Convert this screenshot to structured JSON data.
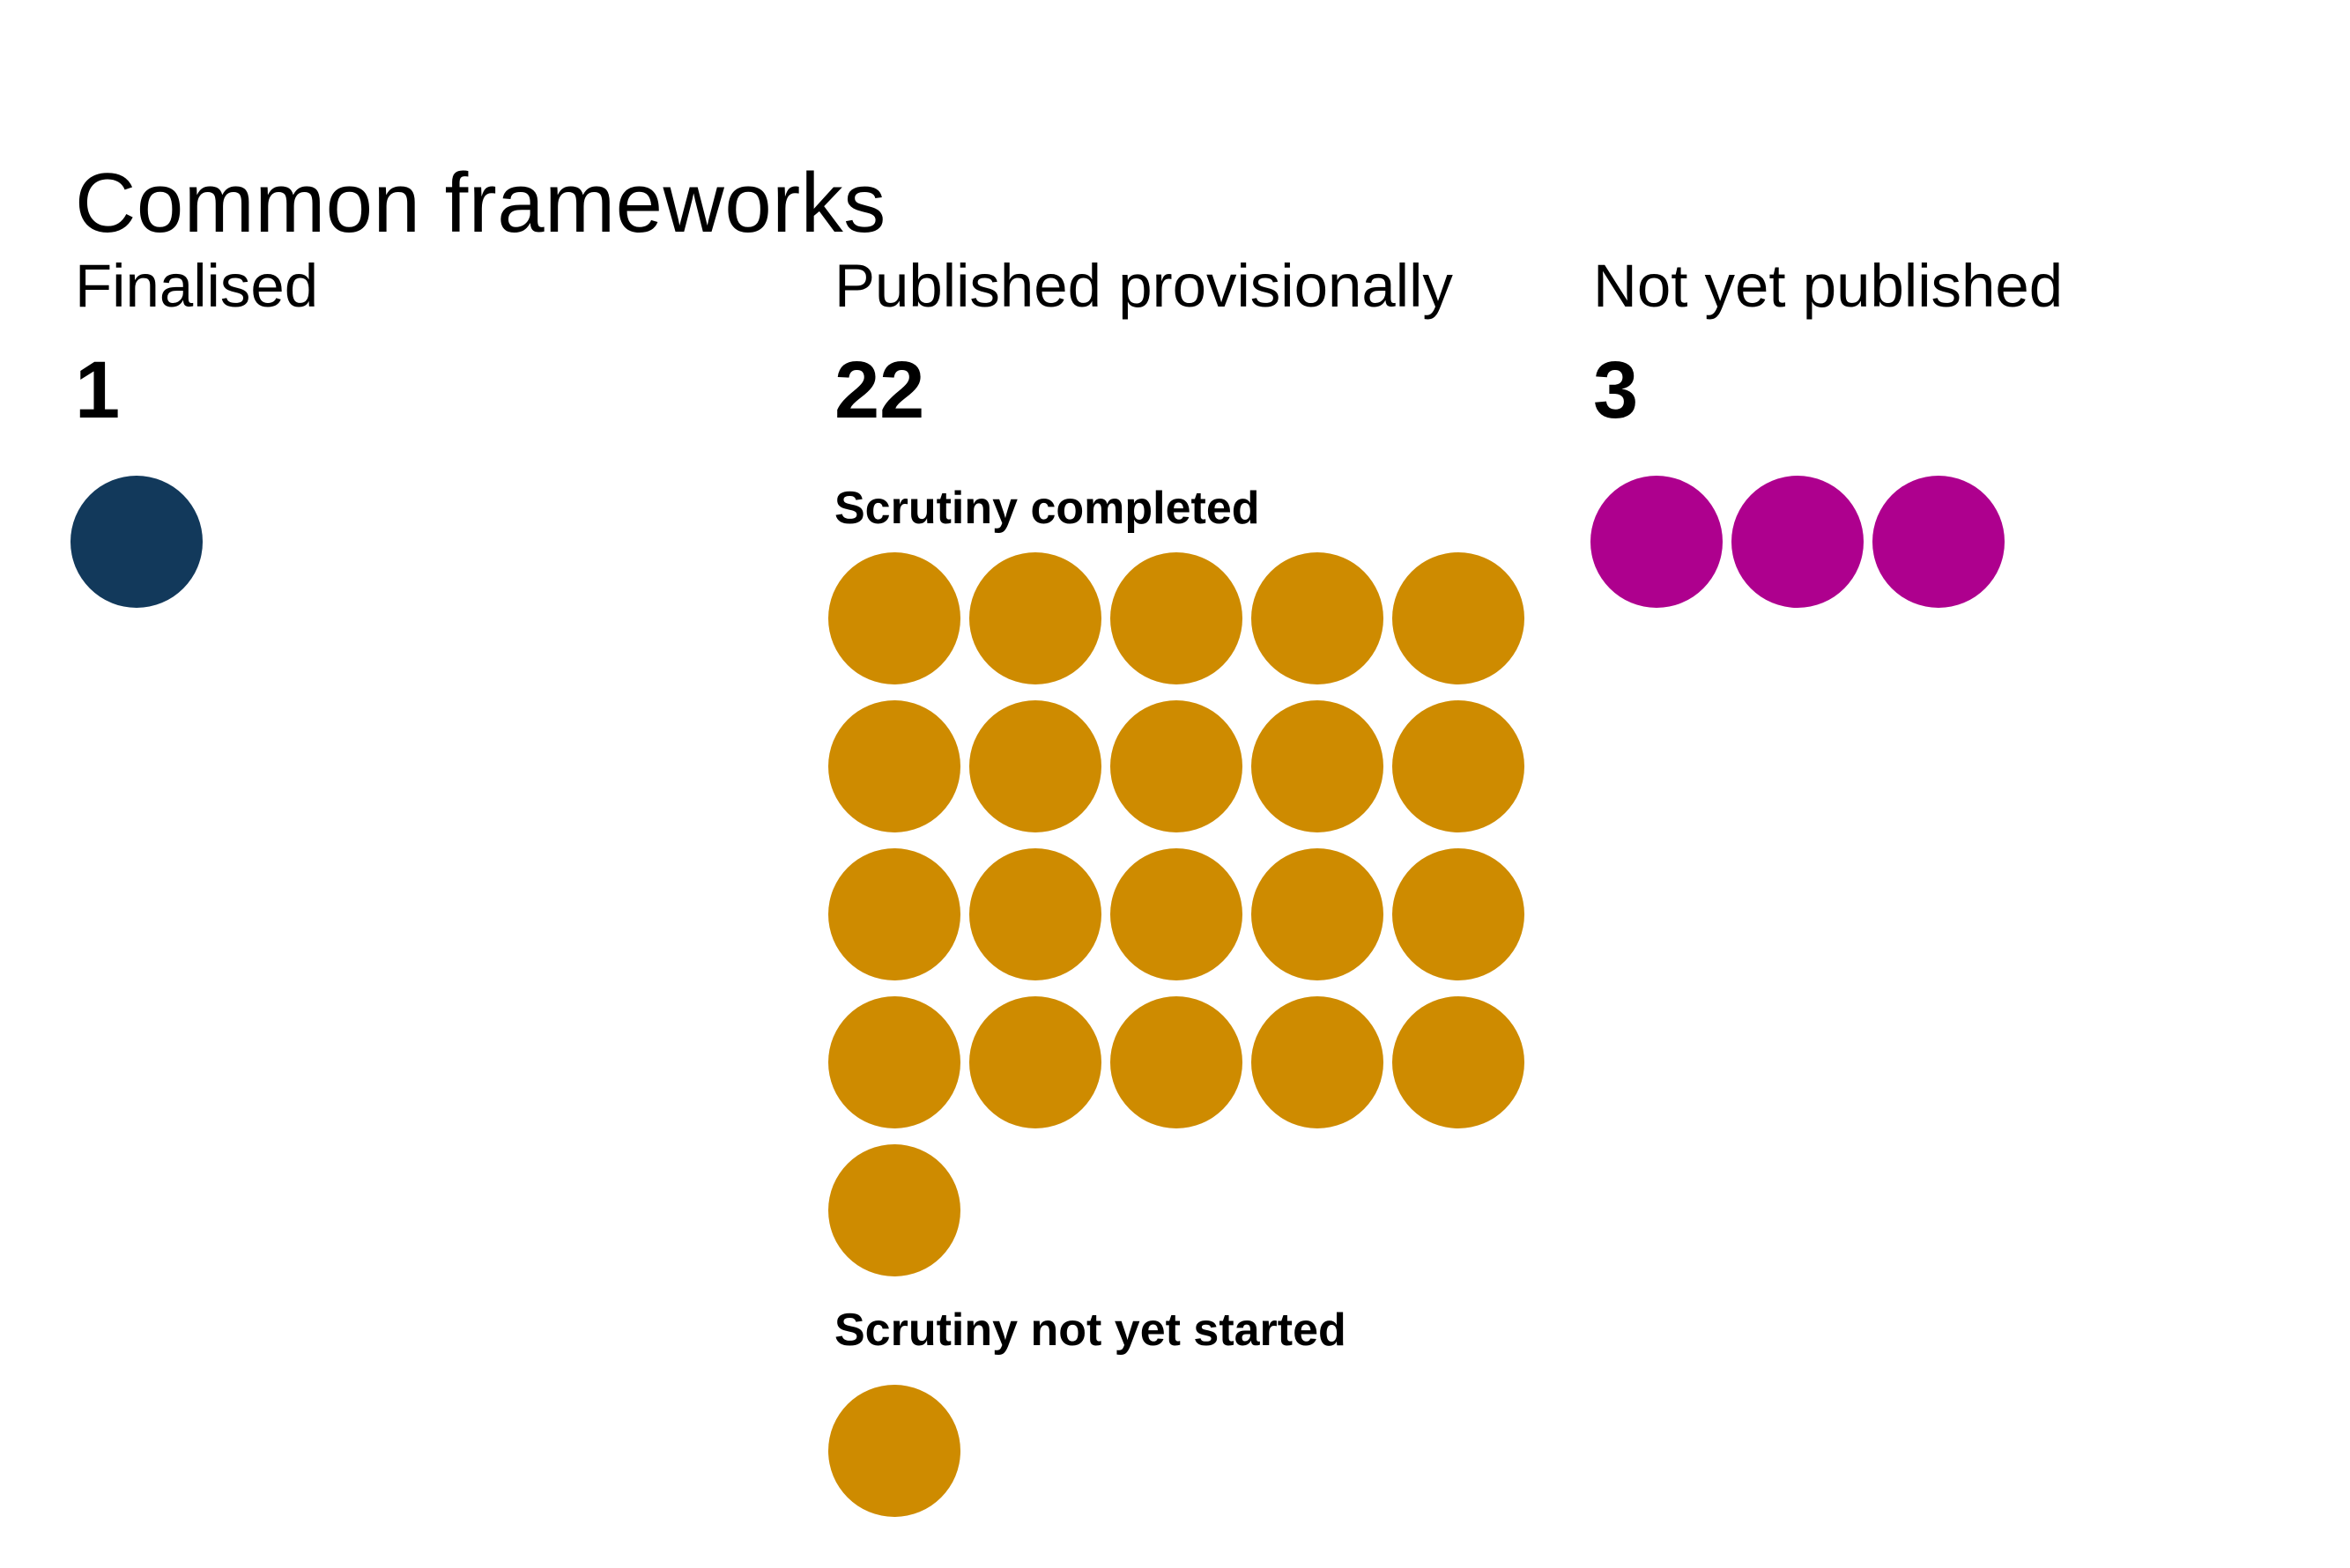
{
  "page": {
    "title": "Common frameworks"
  },
  "colors": {
    "finalised_navy": "#12395b",
    "published_gold": "#ce8b00",
    "not_published_magenta": "#ae008e",
    "text": "#000000",
    "background": "#ffffff"
  },
  "chart_data": {
    "type": "pictogram",
    "title": "Common frameworks",
    "unit_shape": "circle",
    "legend_position": "none",
    "grid": false,
    "categories": [
      "Finalised",
      "Published provisionally",
      "Not yet published"
    ],
    "values": [
      1,
      22,
      3
    ],
    "groups": [
      {
        "label": "Finalised",
        "value": "1",
        "count": 1,
        "color": "#12395b"
      },
      {
        "label": "Published provisionally",
        "value": "22",
        "count": 22,
        "color": "#ce8b00",
        "subgroups": [
          {
            "label": "Scrutiny completed",
            "count": 21,
            "grid_columns": 5
          },
          {
            "label": "Scrutiny not yet started",
            "count": 1,
            "grid_columns": 1
          }
        ]
      },
      {
        "label": "Not yet published",
        "value": "3",
        "count": 3,
        "color": "#ae008e"
      }
    ]
  }
}
